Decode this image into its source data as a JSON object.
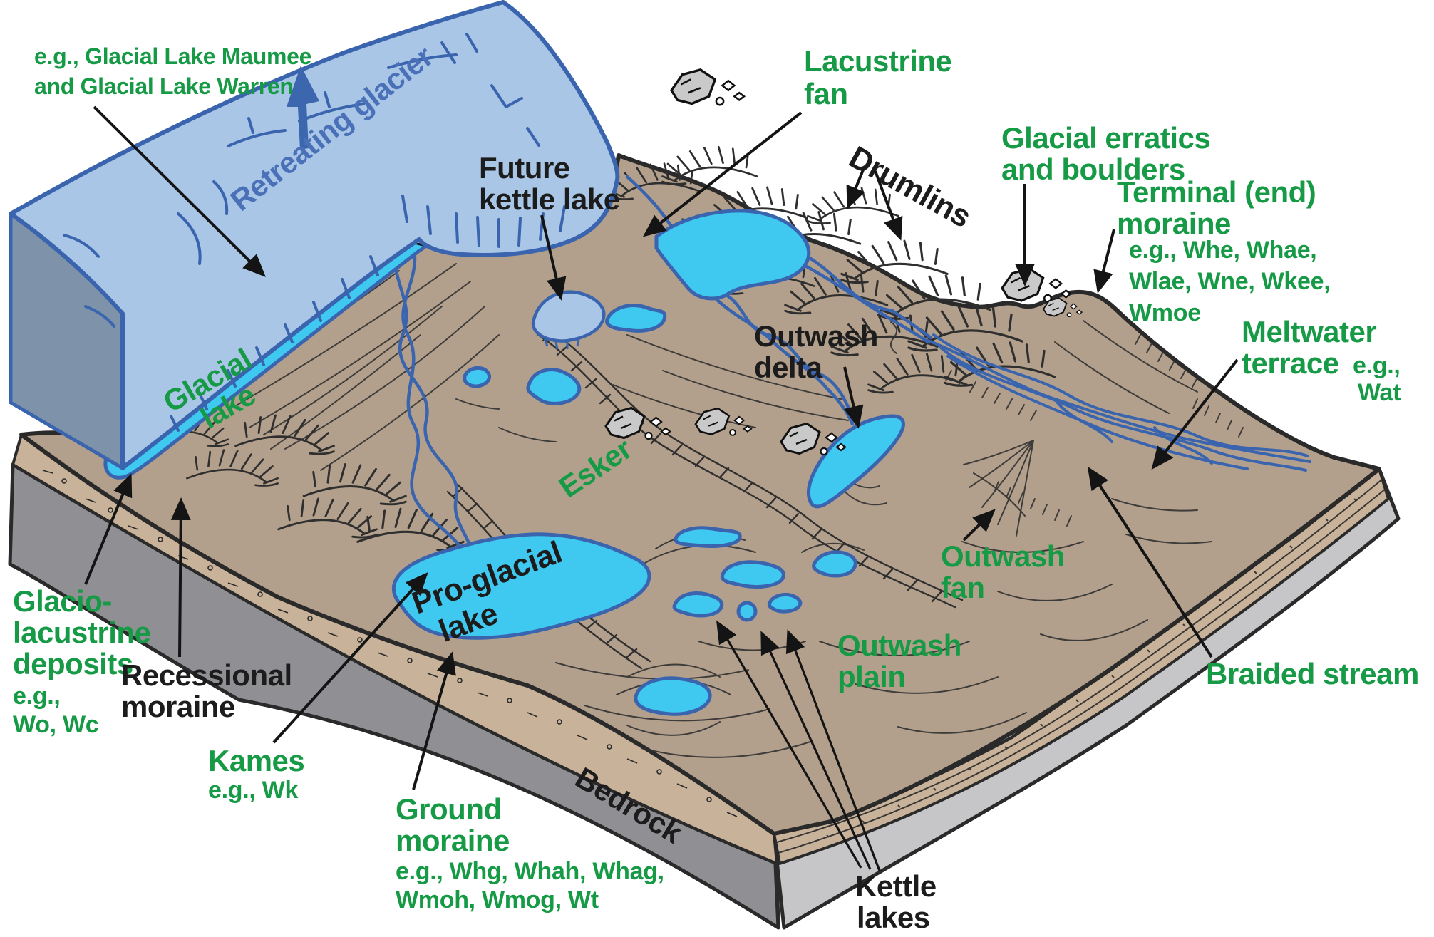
{
  "diagram_title": "Glacial landforms block diagram",
  "colors": {
    "green": "#169a46",
    "black": "#1c1c1c",
    "blue_text": "#4a71b8",
    "glacier_fill": "#a9c6e7",
    "glacier_edge": "#3a65ae",
    "glacier_side": "#7e93a9",
    "land": "#b3a08c",
    "lake": "#3fc8f0",
    "stream": "#3a65ae",
    "sediment": "#c8b29a",
    "rock_left": "#909094",
    "rock_right": "#c6c6c8",
    "outline": "#2a2a2a"
  },
  "labels": {
    "maumee": {
      "lines": [
        "e.g., Glacial Lake Maumee",
        "and Glacial Lake Warren"
      ]
    },
    "retreating_glacier": {
      "text": "Retreating glacier"
    },
    "future_kettle_lake": {
      "lines": [
        "Future",
        "kettle lake"
      ]
    },
    "lacustrine_fan": {
      "lines": [
        "Lacustrine",
        "fan"
      ]
    },
    "drumlins": {
      "text": "Drumlins"
    },
    "glacial_erratics": {
      "lines": [
        "Glacial erratics",
        "and boulders"
      ]
    },
    "terminal_moraine": {
      "lines": [
        "Terminal (end)",
        "moraine"
      ],
      "eg": [
        "e.g., Whe, Whae,",
        "Wlae, Wne, Wkee,",
        "Wmoe"
      ]
    },
    "meltwater_terrace": {
      "lines": [
        "Meltwater",
        "terrace"
      ],
      "eg_inline": "e.g.,",
      "eg2": "Wat"
    },
    "glacial_lake": {
      "lines": [
        "Glacial",
        "lake"
      ]
    },
    "outwash_delta": {
      "lines": [
        "Outwash",
        "delta"
      ]
    },
    "esker": {
      "text": "Esker"
    },
    "pro_glacial_lake": {
      "lines": [
        "Pro-glacial",
        "lake"
      ]
    },
    "outwash_fan": {
      "lines": [
        "Outwash",
        "fan"
      ]
    },
    "outwash_plain": {
      "lines": [
        "Outwash",
        "plain"
      ]
    },
    "braided_stream": {
      "text": "Braided stream"
    },
    "glacio_lacustrine": {
      "lines": [
        "Glacio-",
        "lacustrine",
        "deposits"
      ],
      "eg": [
        "e.g.,",
        "Wo, Wc"
      ]
    },
    "recessional_moraine": {
      "lines": [
        "Recessional",
        "moraine"
      ]
    },
    "kames": {
      "text": "Kames",
      "eg": "e.g., Wk"
    },
    "ground_moraine": {
      "lines": [
        "Ground",
        "moraine"
      ],
      "eg": [
        "e.g., Whg, Whah, Whag,",
        "Wmoh, Wmog, Wt"
      ]
    },
    "bedrock": {
      "text": "Bedrock"
    },
    "kettle_lakes": {
      "lines": [
        "Kettle",
        "lakes"
      ]
    }
  }
}
